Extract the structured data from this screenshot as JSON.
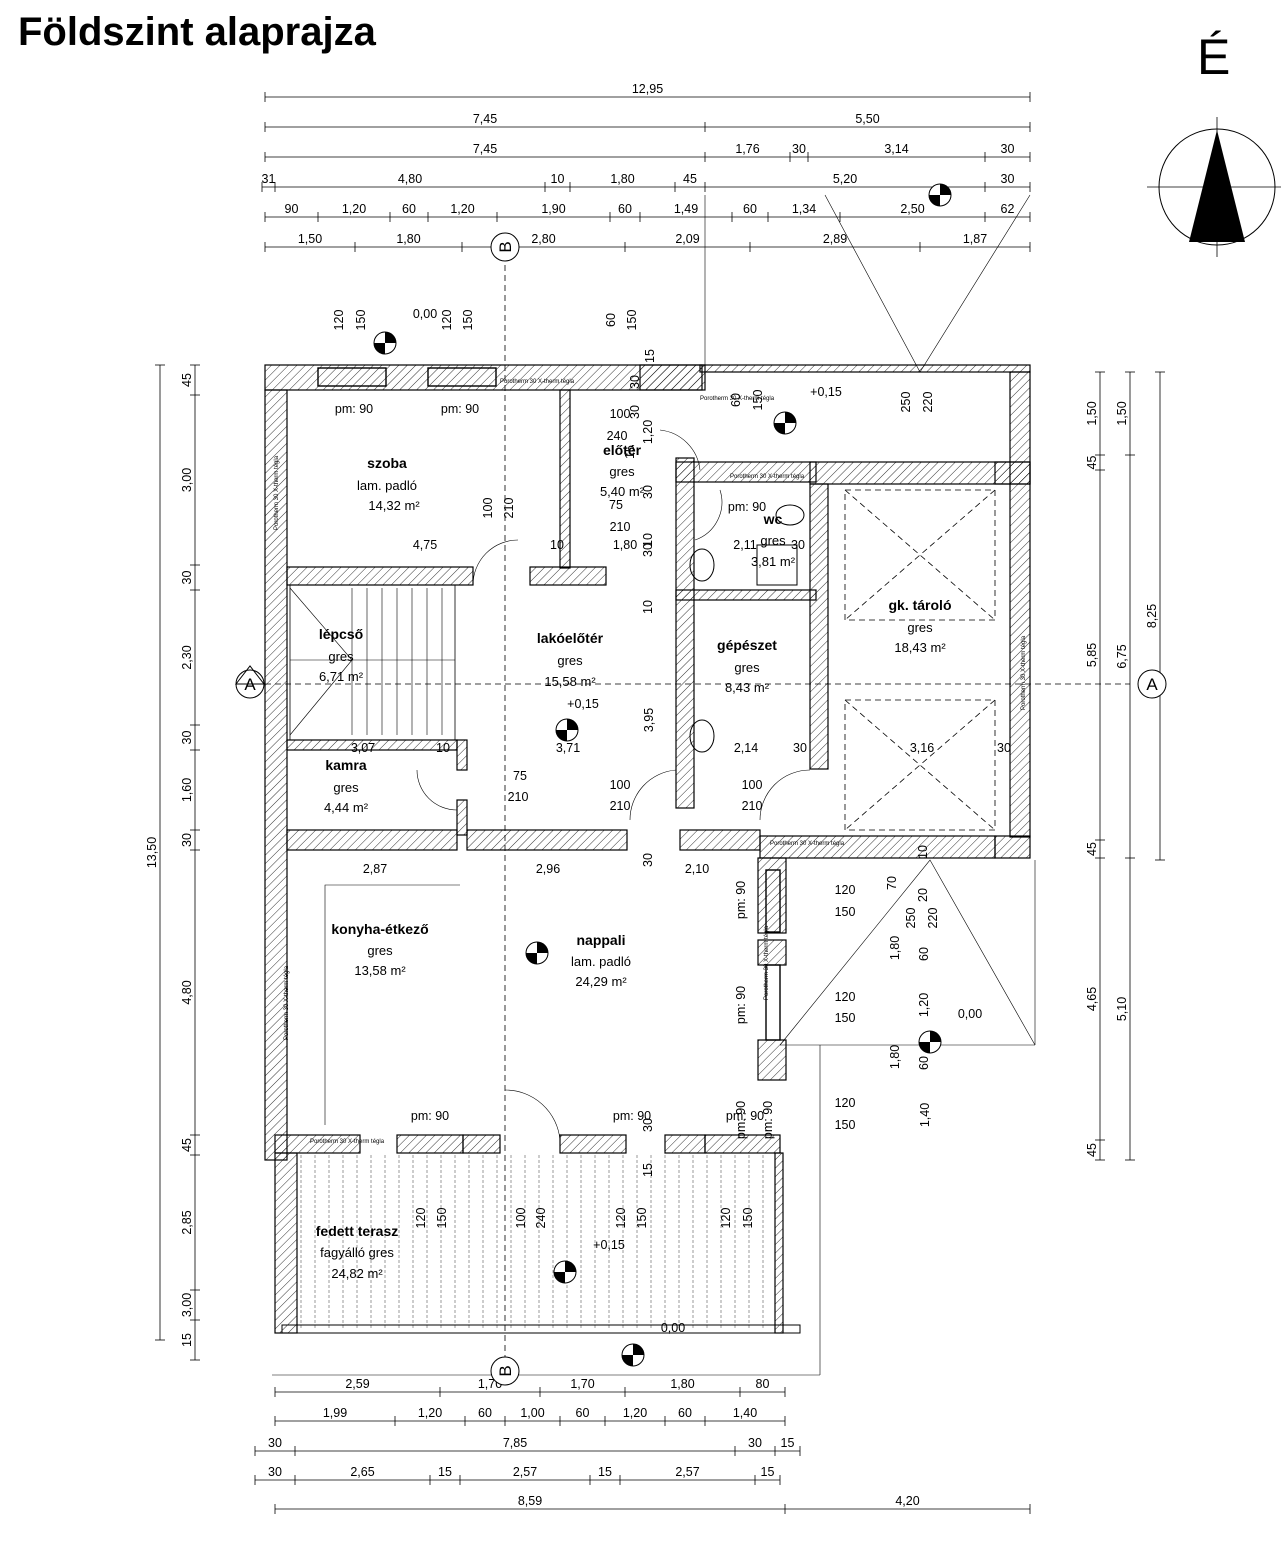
{
  "title": "Földszint alaprajza",
  "north_label": "É",
  "section_labels": {
    "a": "A",
    "b": "B"
  },
  "wall_label": "Porotherm 30 X-therm tégla",
  "dims": {
    "top": {
      "r1": [
        "12,95"
      ],
      "r2": [
        "7,45",
        "5,50"
      ],
      "r3": [
        "7,45",
        "1,76",
        "30",
        "3,14",
        "30"
      ],
      "r4": [
        "31",
        "4,80",
        "10",
        "1,80",
        "45",
        "5,20",
        "30"
      ],
      "r5": [
        "90",
        "1,20",
        "60",
        "1,20",
        "1,90",
        "60",
        "1,49",
        "60",
        "1,34",
        "2,50",
        "62"
      ],
      "r6": [
        "1,50",
        "1,80",
        "2,80",
        "2,09",
        "2,89",
        "1,87"
      ]
    },
    "bottom": {
      "r1": [
        "2,59",
        "1,70",
        "1,70",
        "1,80",
        "80"
      ],
      "r2": [
        "1,99",
        "1,20",
        "60",
        "1,00",
        "60",
        "1,20",
        "60",
        "1,40"
      ],
      "r3": [
        "30",
        "7,85",
        "30",
        "15"
      ],
      "r4": [
        "30",
        "2,65",
        "15",
        "2,57",
        "15",
        "2,57",
        "15"
      ],
      "r5": [
        "8,59",
        "4,20"
      ]
    },
    "left": {
      "outer": [
        "13,50"
      ],
      "inner": [
        "45",
        "3,00",
        "30",
        "2,30",
        "30",
        "1,60",
        "30",
        "4,80",
        "45",
        "2,85",
        "3,00",
        "15"
      ]
    },
    "right": {
      "c1": [
        "1,50",
        "45",
        "5,85",
        "45",
        "4,65",
        "45"
      ],
      "c2": [
        "1,50",
        "6,75",
        "5,10"
      ],
      "c3": [
        "8,25"
      ]
    },
    "interior": [
      "120",
      "150",
      "0,00",
      "120",
      "150",
      "60",
      "150",
      "15",
      "30",
      "30",
      "100",
      "240",
      "1,20",
      "15",
      "30",
      "75",
      "210",
      "60",
      "150",
      "+0,15",
      "250",
      "220",
      "100",
      "210",
      "4,75",
      "10",
      "1,80",
      "10",
      "30",
      "2,11",
      "30",
      "10",
      "3,95",
      "3,07",
      "10",
      "3,71",
      "2,14",
      "30",
      "3,16",
      "30",
      "75",
      "210",
      "100",
      "210",
      "100",
      "210",
      "2,87",
      "2,96",
      "30",
      "2,10",
      "10",
      "70",
      "20",
      "120",
      "150",
      "250",
      "220",
      "1,80",
      "60",
      "120",
      "150",
      "1,20",
      "0,00",
      "1,80",
      "60",
      "120",
      "150",
      "1,40",
      "30",
      "15",
      "120",
      "150",
      "100",
      "240",
      "120",
      "150",
      "120",
      "150",
      "+0,15",
      "0,00",
      "+0,15"
    ],
    "door_pm": [
      "pm: 90",
      "pm: 90",
      "pm: 90",
      "pm: 90",
      "pm: 90",
      "pm: 90",
      "pm: 90",
      "pm: 90",
      "pm: 90",
      "pm: 90"
    ]
  },
  "rooms": [
    {
      "name": "szoba",
      "floor": "lam. padló",
      "area": "14,32 m²"
    },
    {
      "name": "előtér",
      "floor": "gres",
      "area": "5,40 m²"
    },
    {
      "name": "wc",
      "floor": "gres",
      "area": "3,81 m²"
    },
    {
      "name": "lépcső",
      "floor": "gres",
      "area": "6,71 m²"
    },
    {
      "name": "lakóelőtér",
      "floor": "gres",
      "area": "15,58 m²"
    },
    {
      "name": "gépészet",
      "floor": "gres",
      "area": "8,43 m²"
    },
    {
      "name": "gk. tároló",
      "floor": "gres",
      "area": "18,43 m²"
    },
    {
      "name": "kamra",
      "floor": "gres",
      "area": "4,44 m²"
    },
    {
      "name": "konyha-étkező",
      "floor": "gres",
      "area": "13,58 m²"
    },
    {
      "name": "nappali",
      "floor": "lam. padló",
      "area": "24,29 m²"
    },
    {
      "name": "fedett terasz",
      "floor": "fagyálló gres",
      "area": "24,82 m²"
    }
  ]
}
